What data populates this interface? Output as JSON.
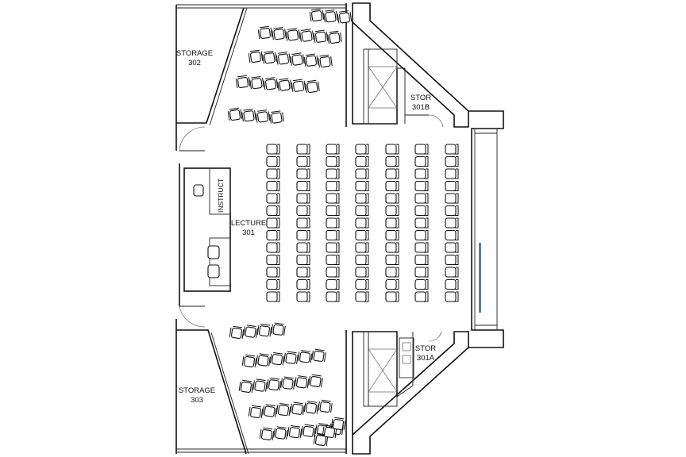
{
  "rooms": {
    "storage_302": {
      "name": "STORAGE",
      "number": "302"
    },
    "storage_303": {
      "name": "STORAGE",
      "number": "303"
    },
    "lecture_301": {
      "name": "LECTURE",
      "number": "301"
    },
    "stor_301b": {
      "name": "STOR",
      "number": "301B"
    },
    "stor_301a": {
      "name": "STOR",
      "number": "301A"
    },
    "instructor": {
      "name": "INSTRUCT"
    }
  },
  "seating": {
    "main_block": {
      "columns": 7,
      "rows": 13
    },
    "upper_wing_rows": [
      3,
      6,
      6,
      6,
      4
    ],
    "lower_wing_rows": [
      4,
      6,
      6,
      6,
      6,
      3
    ]
  },
  "colors": {
    "line": "#111111",
    "screen": "#5a7f8c",
    "background": "#ffffff"
  }
}
